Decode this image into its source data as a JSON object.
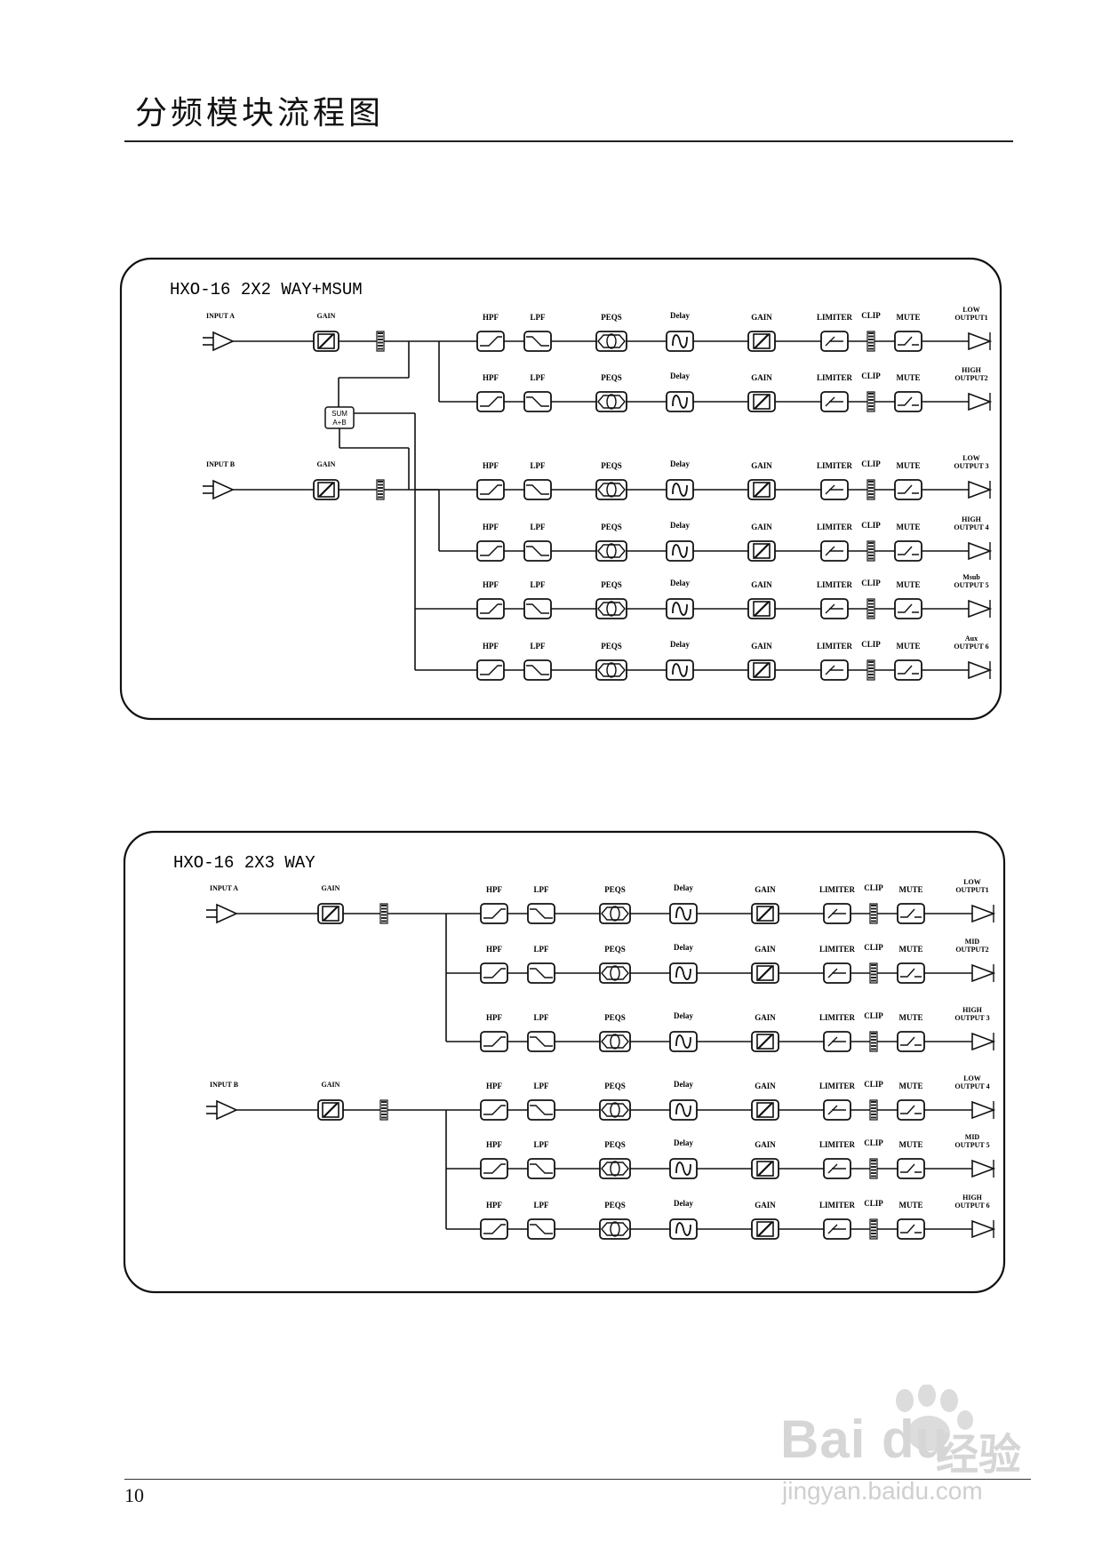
{
  "page": {
    "title": "分频模块流程图",
    "page_number": "10"
  },
  "icons": [
    "input-icon",
    "gain-icon",
    "meter-icon",
    "sum-icon",
    "hpf-icon",
    "lpf-icon",
    "peq-icon",
    "delay-icon",
    "limiter-icon",
    "clip-meter-icon",
    "mute-icon",
    "output-icon"
  ],
  "diagrams": [
    {
      "title": "HXO-16  2X2  WAY+MSUM",
      "sum_label": [
        "SUM",
        "A+B"
      ],
      "inputs": [
        {
          "label": "INPUT A",
          "gain": "GAIN"
        },
        {
          "label": "INPUT B",
          "gain": "GAIN"
        }
      ],
      "channels": [
        {
          "hpf": "HPF",
          "lpf": "LPF",
          "peq": "PEQS",
          "delay": "Delay",
          "gain": "GAIN",
          "limiter": "LIMITER",
          "clip": "CLIP",
          "mute": "MUTE",
          "output": [
            "LOW",
            "OUTPUT1"
          ]
        },
        {
          "hpf": "HPF",
          "lpf": "LPF",
          "peq": "PEQS",
          "delay": "Delay",
          "gain": "GAIN",
          "limiter": "LIMITER",
          "clip": "CLIP",
          "mute": "MUTE",
          "output": [
            "HIGH",
            "OUTPUT2"
          ]
        },
        {
          "hpf": "HPF",
          "lpf": "LPF",
          "peq": "PEQS",
          "delay": "Delay",
          "gain": "GAIN",
          "limiter": "LIMITER",
          "clip": "CLIP",
          "mute": "MUTE",
          "output": [
            "LOW",
            "OUTPUT 3"
          ]
        },
        {
          "hpf": "HPF",
          "lpf": "LPF",
          "peq": "PEQS",
          "delay": "Delay",
          "gain": "GAIN",
          "limiter": "LIMITER",
          "clip": "CLIP",
          "mute": "MUTE",
          "output": [
            "HIGH",
            "OUTPUT 4"
          ]
        },
        {
          "hpf": "HPF",
          "lpf": "LPF",
          "peq": "PEQS",
          "delay": "Delay",
          "gain": "GAIN",
          "limiter": "LIMITER",
          "clip": "CLIP",
          "mute": "MUTE",
          "output": [
            "Msub",
            "OUTPUT 5"
          ]
        },
        {
          "hpf": "HPF",
          "lpf": "LPF",
          "peq": "PEQS",
          "delay": "Delay",
          "gain": "GAIN",
          "limiter": "LIMITER",
          "clip": "CLIP",
          "mute": "MUTE",
          "output": [
            "Aux",
            "OUTPUT 6"
          ]
        }
      ]
    },
    {
      "title": "HXO-16  2X3  WAY",
      "inputs": [
        {
          "label": "INPUT A",
          "gain": "GAIN"
        },
        {
          "label": "INPUT B",
          "gain": "GAIN"
        }
      ],
      "channels": [
        {
          "hpf": "HPF",
          "lpf": "LPF",
          "peq": "PEQS",
          "delay": "Delay",
          "gain": "GAIN",
          "limiter": "LIMITER",
          "clip": "CLIP",
          "mute": "MUTE",
          "output": [
            "LOW",
            "OUTPUT1"
          ]
        },
        {
          "hpf": "HPF",
          "lpf": "LPF",
          "peq": "PEQS",
          "delay": "Delay",
          "gain": "GAIN",
          "limiter": "LIMITER",
          "clip": "CLIP",
          "mute": "MUTE",
          "output": [
            "MID",
            "OUTPUT2"
          ]
        },
        {
          "hpf": "HPF",
          "lpf": "LPF",
          "peq": "PEQS",
          "delay": "Delay",
          "gain": "GAIN",
          "limiter": "LIMITER",
          "clip": "CLIP",
          "mute": "MUTE",
          "output": [
            "HIGH",
            "OUTPUT 3"
          ]
        },
        {
          "hpf": "HPF",
          "lpf": "LPF",
          "peq": "PEQS",
          "delay": "Delay",
          "gain": "GAIN",
          "limiter": "LIMITER",
          "clip": "CLIP",
          "mute": "MUTE",
          "output": [
            "LOW",
            "OUTPUT 4"
          ]
        },
        {
          "hpf": "HPF",
          "lpf": "LPF",
          "peq": "PEQS",
          "delay": "Delay",
          "gain": "GAIN",
          "limiter": "LIMITER",
          "clip": "CLIP",
          "mute": "MUTE",
          "output": [
            "MID",
            "OUTPUT 5"
          ]
        },
        {
          "hpf": "HPF",
          "lpf": "LPF",
          "peq": "PEQS",
          "delay": "Delay",
          "gain": "GAIN",
          "limiter": "LIMITER",
          "clip": "CLIP",
          "mute": "MUTE",
          "output": [
            "HIGH",
            "OUTPUT 6"
          ]
        }
      ]
    }
  ],
  "watermark": {
    "brand": "Bai du",
    "brand_cn": "经验",
    "url": "jingyan.baidu.com"
  }
}
